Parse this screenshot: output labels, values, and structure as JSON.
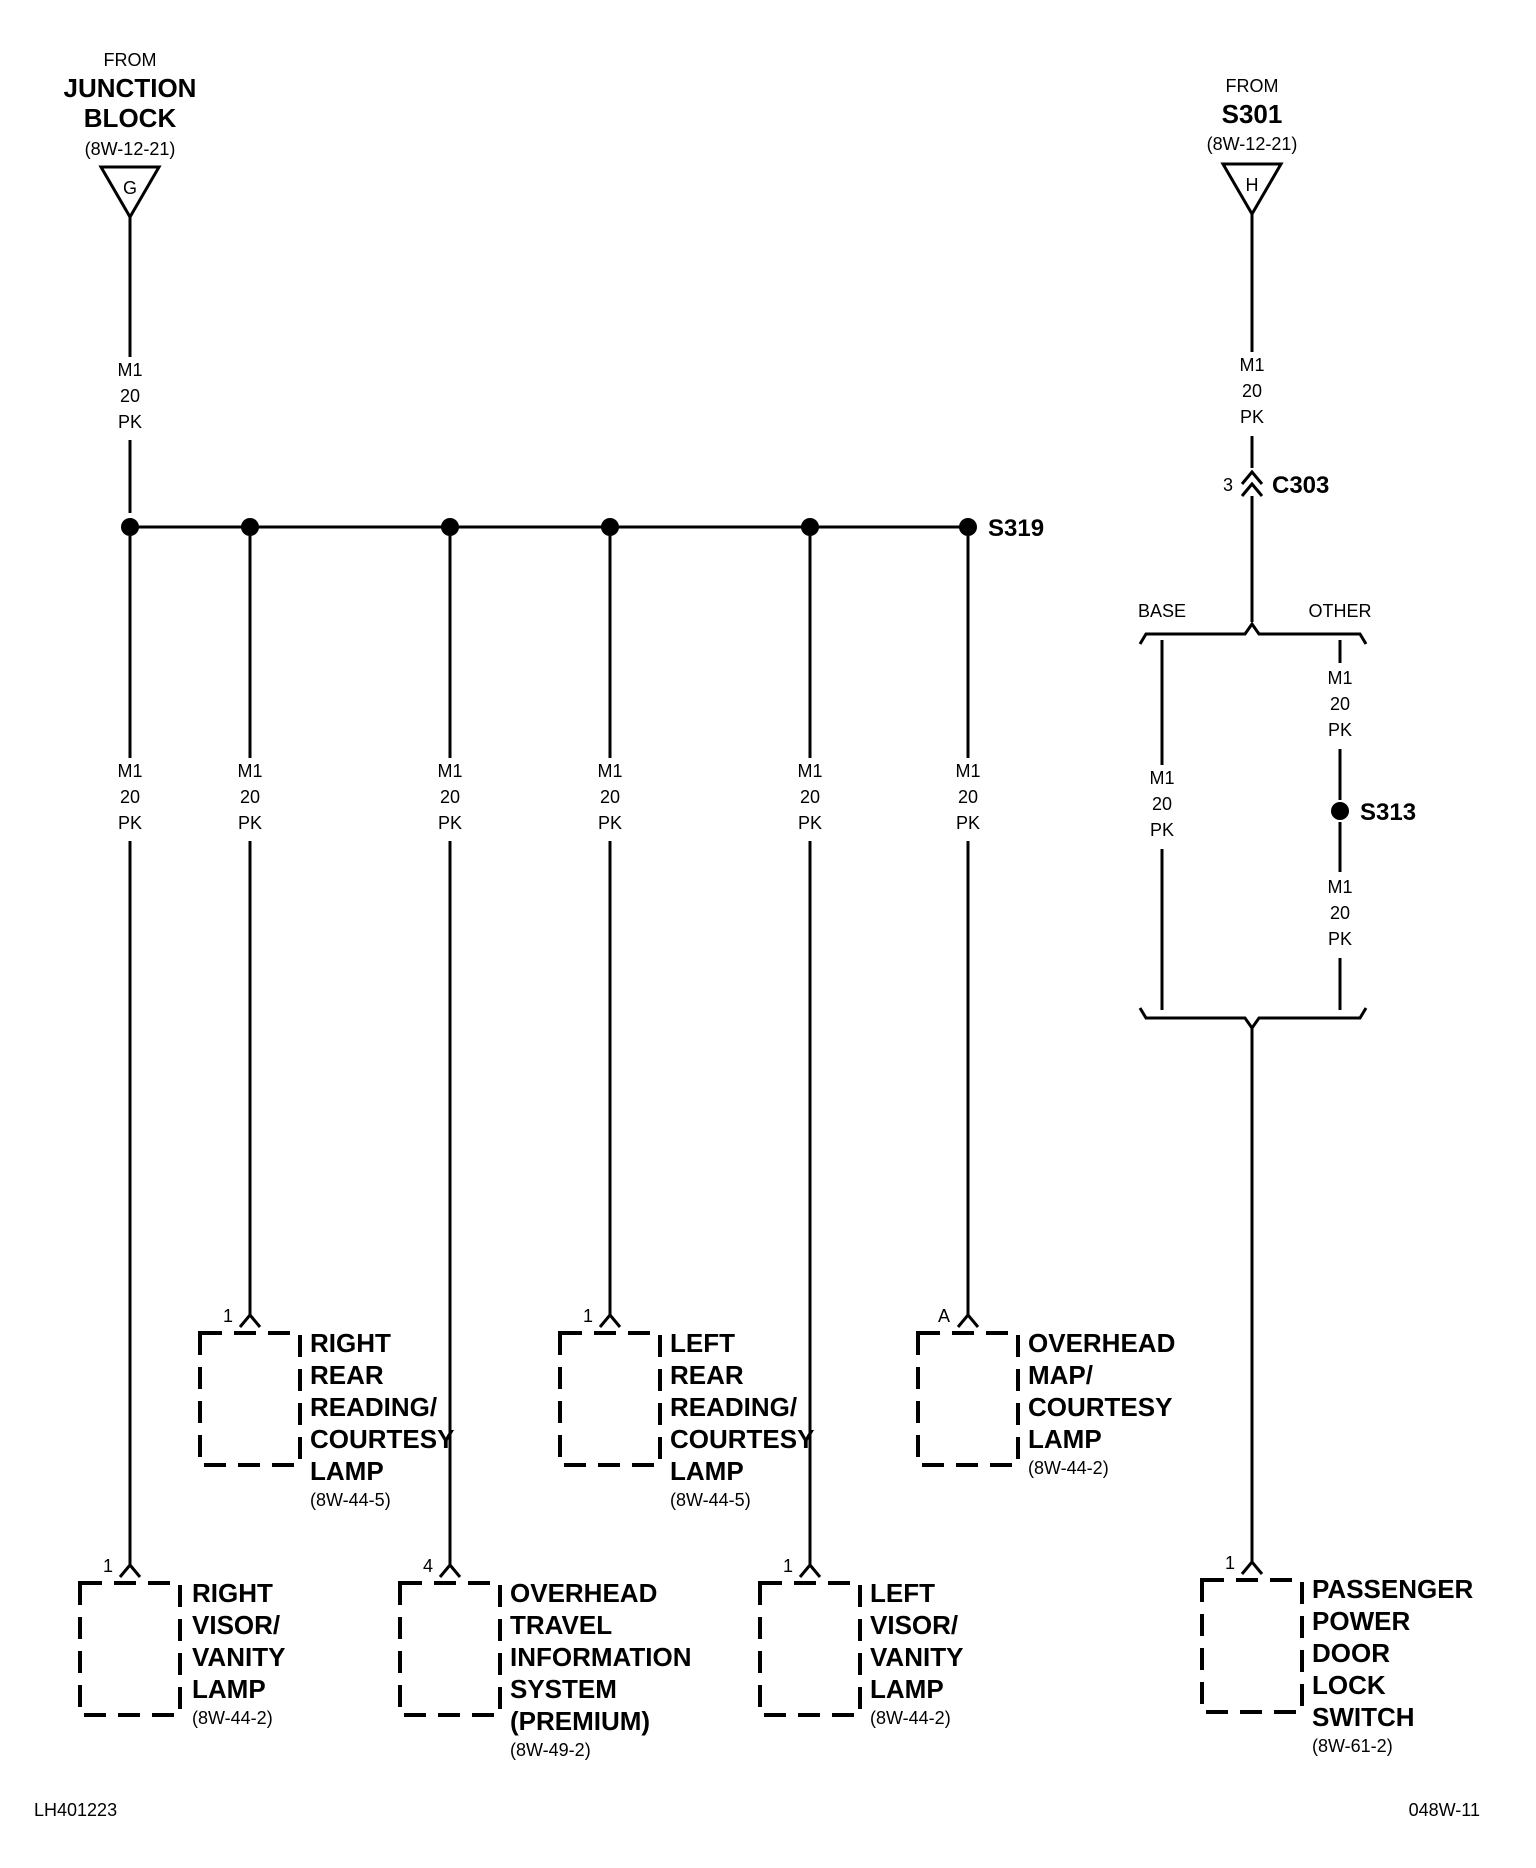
{
  "sources": {
    "left": {
      "from": "FROM",
      "line1": "JUNCTION",
      "line2": "BLOCK",
      "ref": "(8W-12-21)",
      "letter": "G"
    },
    "right": {
      "from": "FROM",
      "name": "S301",
      "ref": "(8W-12-21)",
      "letter": "H"
    }
  },
  "wire": {
    "circuit": "M1",
    "gauge": "20",
    "color": "PK"
  },
  "splices": {
    "s319": "S319",
    "s313": "S313"
  },
  "connector": {
    "name": "C303",
    "pin": "3"
  },
  "options": {
    "base": "BASE",
    "other": "OTHER"
  },
  "components": {
    "right_rear_reading": {
      "pin": "1",
      "lines": [
        "RIGHT",
        "REAR",
        "READING/",
        "COURTESY",
        "LAMP"
      ],
      "ref": "(8W-44-5)"
    },
    "left_rear_reading": {
      "pin": "1",
      "lines": [
        "LEFT",
        "REAR",
        "READING/",
        "COURTESY",
        "LAMP"
      ],
      "ref": "(8W-44-5)"
    },
    "overhead_map": {
      "pin": "A",
      "lines": [
        "OVERHEAD",
        "MAP/",
        "COURTESY",
        "LAMP"
      ],
      "ref": "(8W-44-2)"
    },
    "right_visor": {
      "pin": "1",
      "lines": [
        "RIGHT",
        "VISOR/",
        "VANITY",
        "LAMP"
      ],
      "ref": "(8W-44-2)"
    },
    "overhead_travel": {
      "pin": "4",
      "lines": [
        "OVERHEAD",
        "TRAVEL",
        "INFORMATION",
        "SYSTEM",
        "(PREMIUM)"
      ],
      "ref": "(8W-49-2)"
    },
    "left_visor": {
      "pin": "1",
      "lines": [
        "LEFT",
        "VISOR/",
        "VANITY",
        "LAMP"
      ],
      "ref": "(8W-44-2)"
    },
    "passenger_switch": {
      "pin": "1",
      "lines": [
        "PASSENGER",
        "POWER",
        "DOOR",
        "LOCK",
        "SWITCH"
      ],
      "ref": "(8W-61-2)"
    }
  },
  "footer": {
    "left": "LH401223",
    "right": "048W-11"
  }
}
